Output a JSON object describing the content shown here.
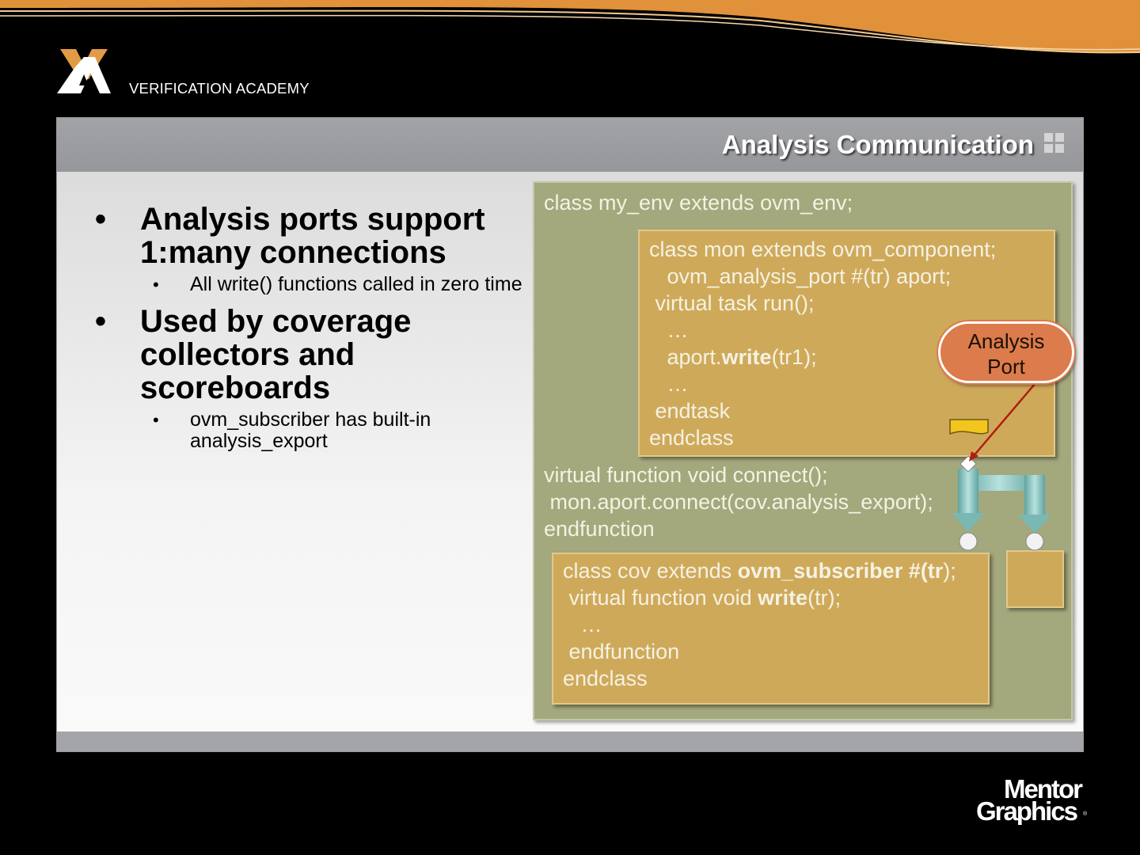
{
  "header": {
    "brand": "VERIFICATION ACADEMY"
  },
  "slide": {
    "title": "Analysis Communication",
    "bullets": [
      {
        "text": "Analysis ports support 1:many connections",
        "sub": [
          "All write() functions called in zero time"
        ]
      },
      {
        "text": "Used by coverage collectors and scoreboards",
        "sub": [
          "ovm_subscriber has built-in analysis_export"
        ]
      }
    ]
  },
  "code": {
    "env_open": "class my_env extends ovm_env;",
    "mon": {
      "l1": "class mon extends ovm_component;",
      "l2": "   ovm_analysis_port #(tr) aport;",
      "l3": " virtual task run();",
      "l4": "   …",
      "l5a": "   aport.",
      "l5b": "write",
      "l5c": "(tr1);",
      "l6": "   …",
      "l7": " endtask",
      "l8": "endclass"
    },
    "connect": {
      "l1": "virtual function void connect();",
      "l2": " mon.aport.connect(cov.analysis_export);",
      "l3": "endfunction"
    },
    "cov": {
      "l1a": "class cov extends ",
      "l1b": "ovm_subscriber #(tr",
      "l1c": ");",
      "l2a": " virtual function void ",
      "l2b": "write",
      "l2c": "(tr);",
      "l3": "   …",
      "l4": " endfunction",
      "l5": "endclass"
    }
  },
  "callout": {
    "line1": "Analysis",
    "line2": "Port"
  },
  "footer": {
    "logo_line1": "Mentor",
    "logo_line2": "Graphics"
  },
  "colors": {
    "accent_orange": "#e0913a",
    "env_green": "#a4a87d",
    "box_gold": "#cfa95a",
    "callout_orange": "#dc7b4c",
    "connector_teal": "#8fc8c4"
  }
}
